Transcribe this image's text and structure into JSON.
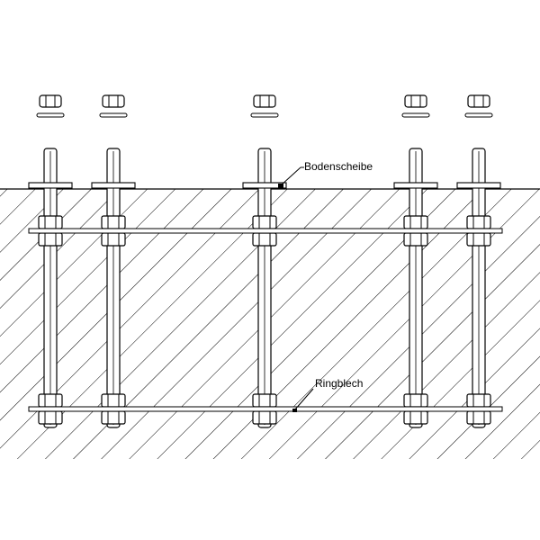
{
  "labels": {
    "base_washer": "Bodenscheibe",
    "ring_plate": "Ringblech"
  },
  "bolt_count": 5,
  "colors": {
    "line": "#000000",
    "background": "#ffffff",
    "hatch": "#000000"
  }
}
